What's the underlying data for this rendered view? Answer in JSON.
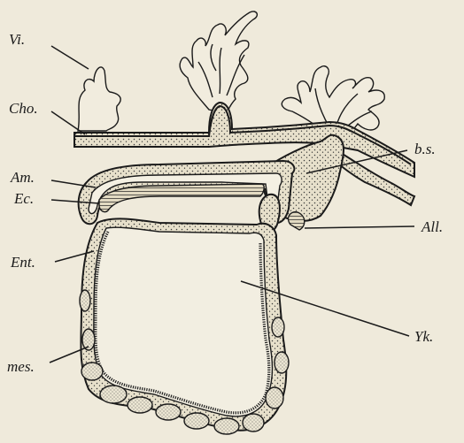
{
  "labels": {
    "vi": "Vi.",
    "cho": "Cho.",
    "am": "Am.",
    "ec": "Ec.",
    "ent": "Ent.",
    "mes": "mes.",
    "bs": "b.s.",
    "all": "All.",
    "yk": "Yk."
  },
  "colors": {
    "paper": "#efeadb",
    "ink": "#1b1b1b",
    "stipple_fill": "#e7e0cb",
    "cavity": "#f2eee1"
  }
}
